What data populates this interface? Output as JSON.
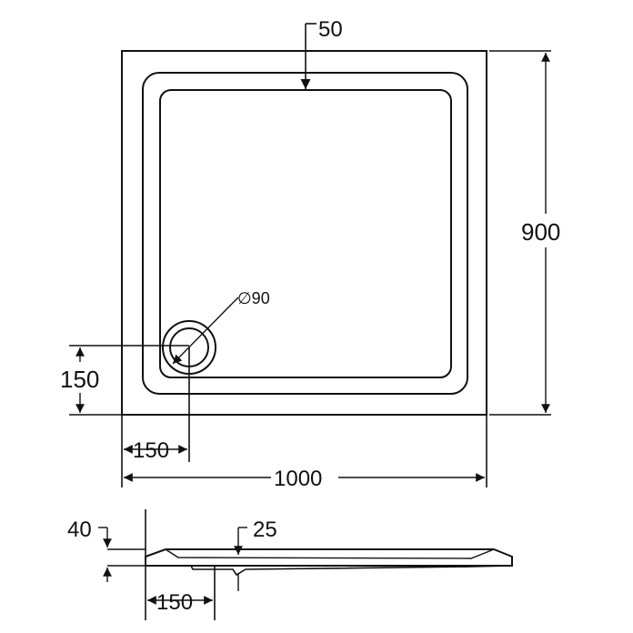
{
  "plan_view": {
    "dimensions": {
      "rim_width": "50",
      "height": "900",
      "drain_diameter": "∅90",
      "drain_offset_y": "150",
      "drain_offset_x": "150",
      "width": "1000"
    }
  },
  "side_view": {
    "dimensions": {
      "total_height": "40",
      "base_height": "25",
      "drain_offset_x": "150"
    }
  },
  "colors": {
    "line": "#111111",
    "background": "#ffffff"
  }
}
